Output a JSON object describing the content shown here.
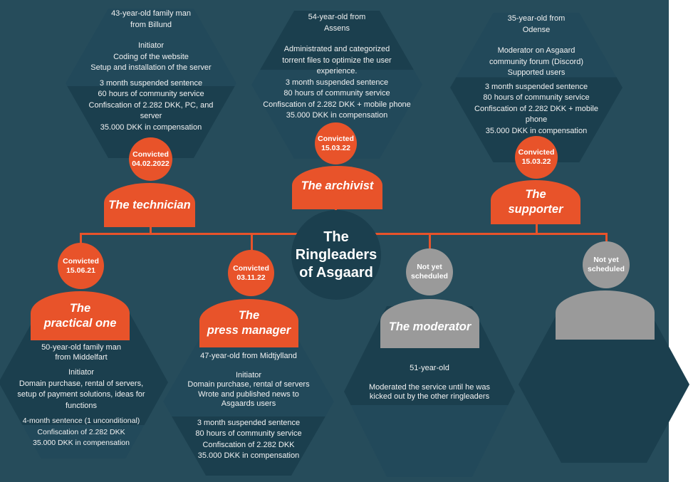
{
  "title": [
    "The",
    "Ringleaders",
    "of Asgaard"
  ],
  "colors": {
    "background": "#264c5b",
    "hexagon": "#1b3f4e",
    "convicted": "#e8532a",
    "pending": "#9a9a9a"
  },
  "people": {
    "technician": {
      "name": [
        "The technician"
      ],
      "status": [
        "Convicted",
        "04.02.2022"
      ],
      "profile": [
        "43-year-old family man",
        "from Billund"
      ],
      "role": [
        "Initiator",
        "Coding of the website",
        "Setup and installation of the server"
      ],
      "sentence": [
        "3 month suspended sentence",
        "60 hours of community service",
        "Confiscation of 2.282 DKK, PC, and",
        "server",
        "35.000 DKK in compensation"
      ]
    },
    "archivist": {
      "name": [
        "The archivist"
      ],
      "status": [
        "Convicted",
        "15.03.22"
      ],
      "profile": [
        "54-year-old from",
        "Assens"
      ],
      "role": [
        "Administrated and categorized",
        "torrent files to optimize the user",
        "experience."
      ],
      "sentence": [
        "3 month suspended sentence",
        "80 hours of community service",
        "Confiscation of 2.282 DKK + mobile phone",
        "35.000 DKK in compensation"
      ]
    },
    "supporter": {
      "name": [
        "The",
        "supporter"
      ],
      "status": [
        "Convicted",
        "15.03.22"
      ],
      "profile": [
        "35-year-old from",
        "Odense"
      ],
      "role": [
        "Moderator on Asgaard",
        "community forum (Discord)",
        "Supported users"
      ],
      "sentence": [
        "3 month suspended sentence",
        "80 hours of community service",
        "Confiscation of 2.282 DKK + mobile",
        "phone",
        "35.000 DKK in compensation"
      ]
    },
    "practical": {
      "name": [
        "The",
        "practical one"
      ],
      "status": [
        "Convicted",
        "15.06.21"
      ],
      "profile": [
        "50-year-old family man",
        "from Middelfart"
      ],
      "role": [
        "Initiator",
        "Domain purchase, rental of servers,",
        "setup of payment solutions, ideas for",
        "functions"
      ],
      "sentence": [
        "4-month sentence (1 unconditional)",
        "Confiscation of 2.282 DKK",
        "35.000 DKK in compensation"
      ]
    },
    "press": {
      "name": [
        "The",
        "press manager"
      ],
      "status": [
        "Convicted",
        "03.11.22"
      ],
      "profile": [
        "47-year-old from Midtjylland"
      ],
      "role": [
        "Initiator",
        "Domain purchase, rental of servers",
        "Wrote and published news to",
        "Asgaards users"
      ],
      "sentence": [
        "3 month suspended sentence",
        "80 hours of community service",
        "Confiscation of 2.282 DKK",
        "35.000 DKK in compensation"
      ]
    },
    "moderator": {
      "name": [
        "The moderator"
      ],
      "status": [
        "Not yet",
        "scheduled"
      ],
      "profile": [
        "51-year-old"
      ],
      "role": [
        "Moderated the service until he was",
        "kicked out by the other ringleaders"
      ]
    },
    "unknown": {
      "status": [
        "Not yet",
        "scheduled"
      ]
    }
  }
}
